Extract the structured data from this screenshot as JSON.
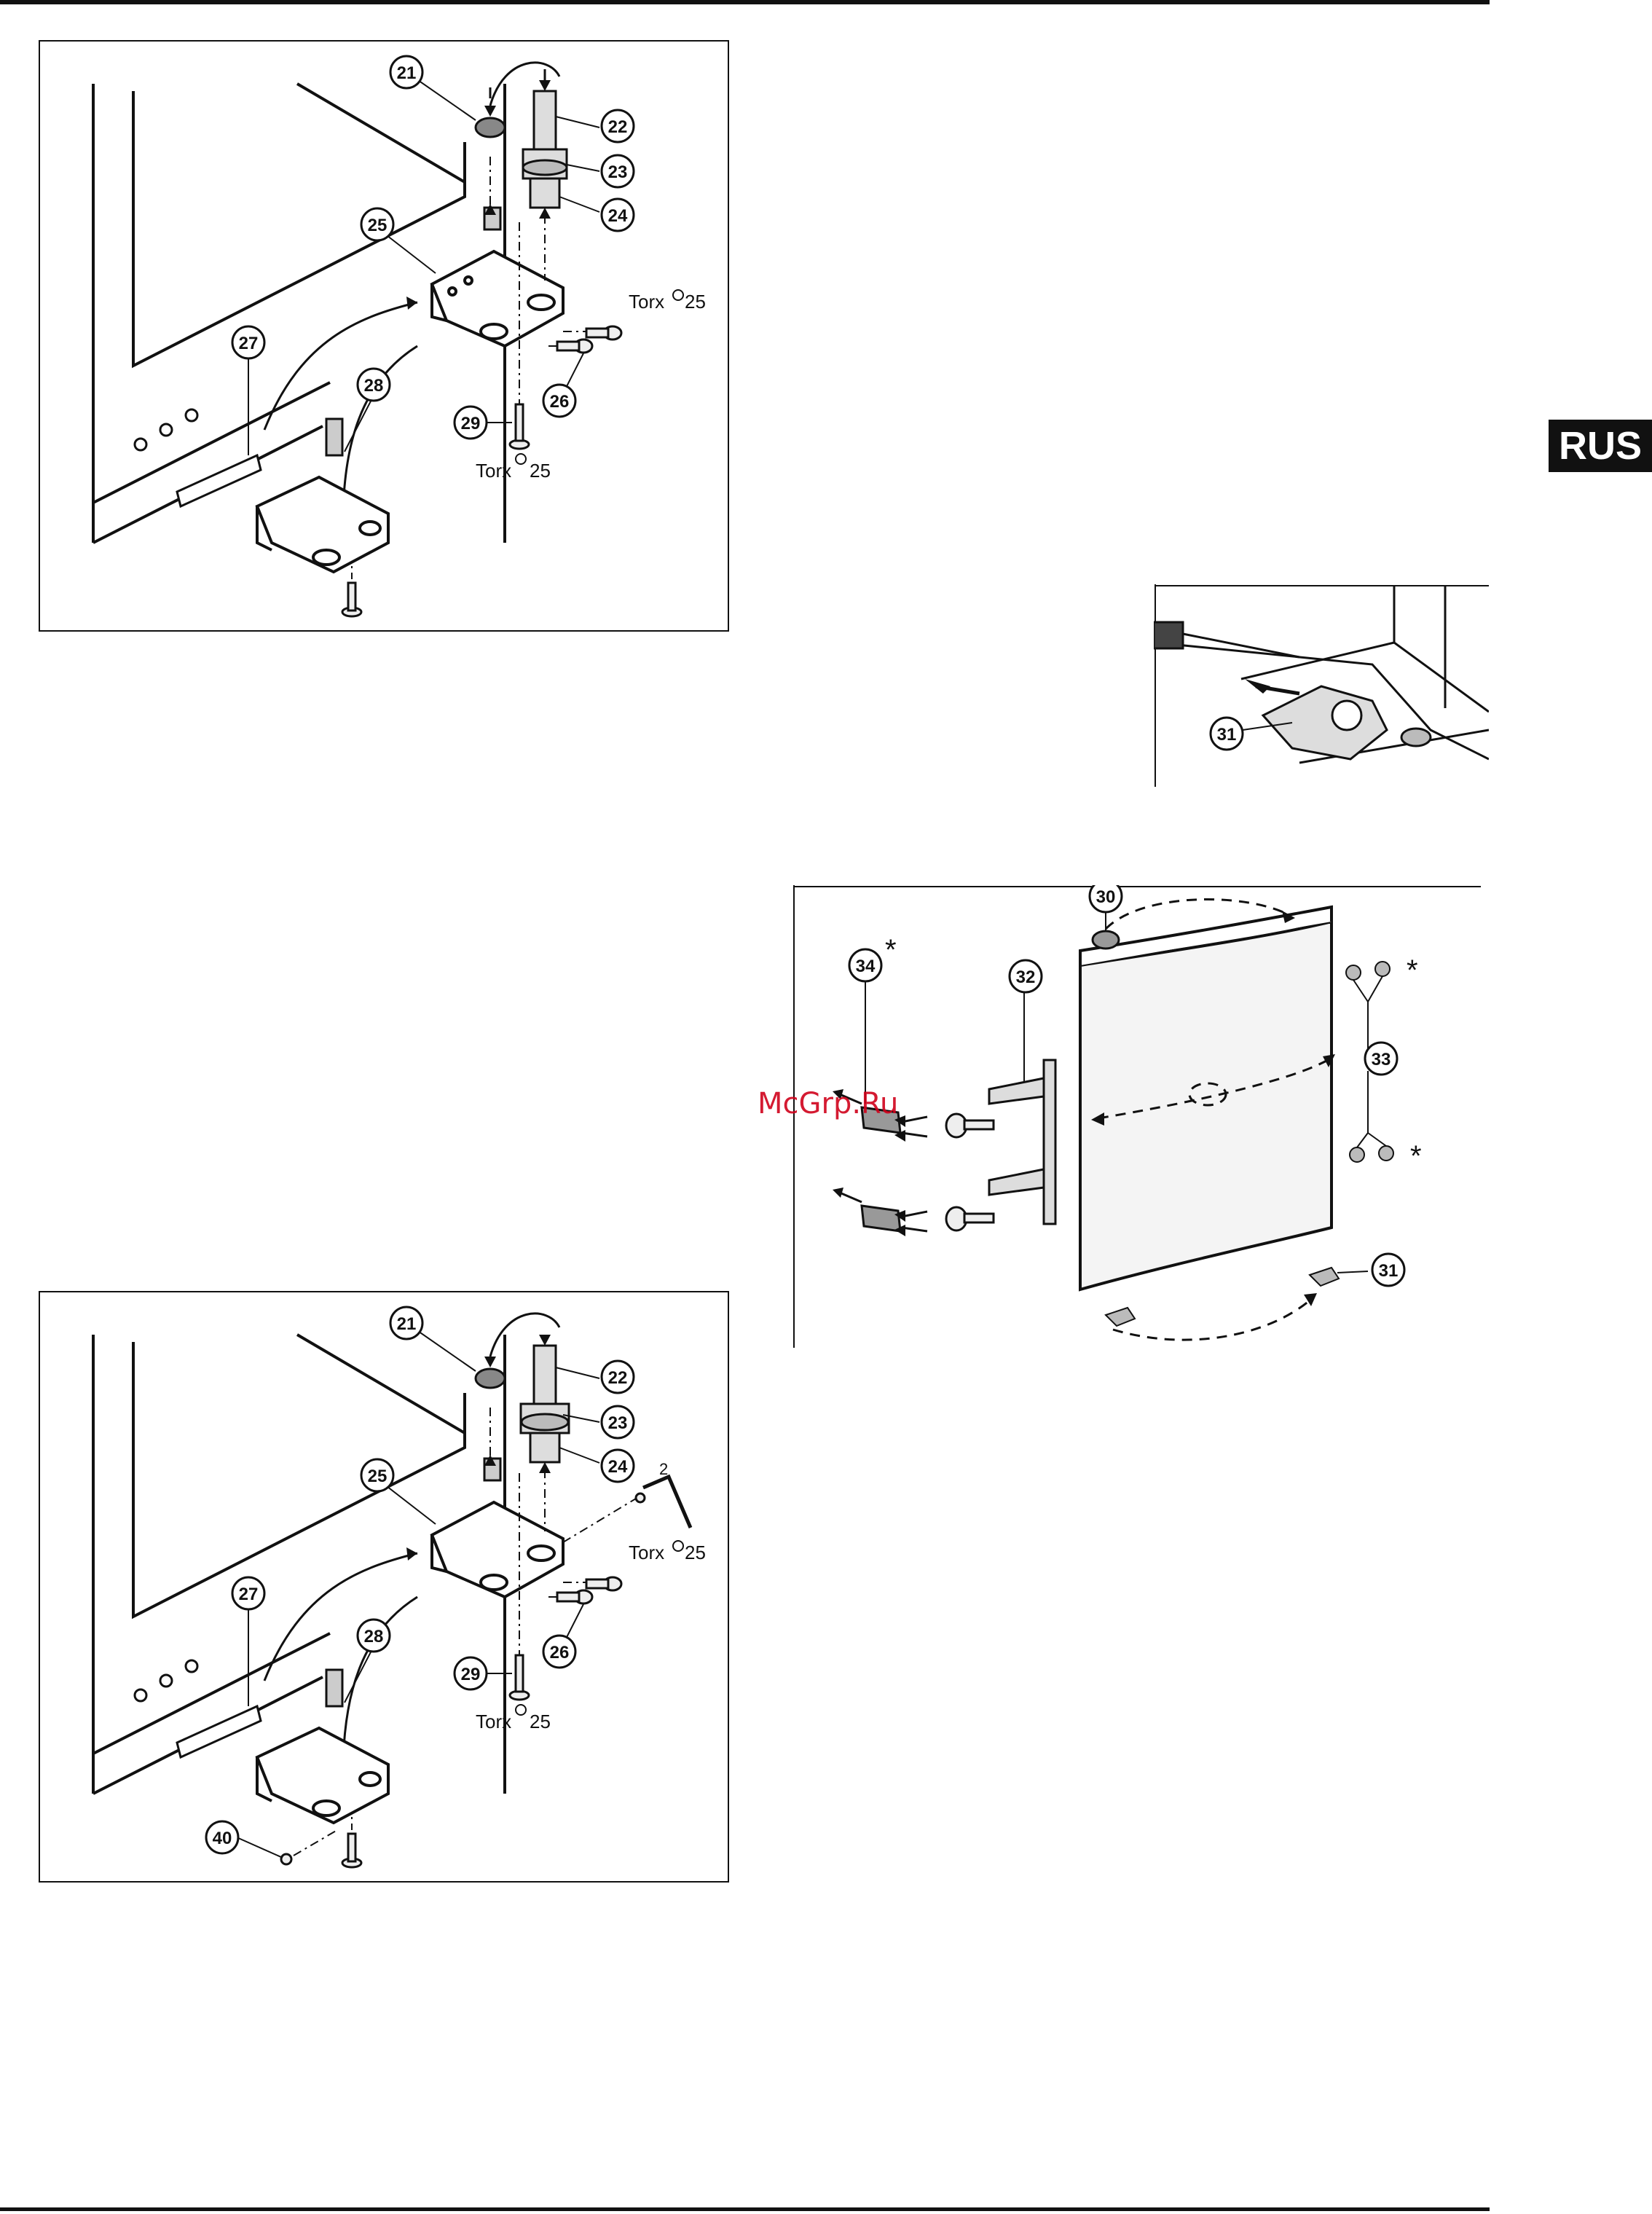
{
  "page": {
    "language_tab": "RUS",
    "watermark": "McGrp.Ru"
  },
  "figure_1": {
    "callouts": [
      "21",
      "22",
      "23",
      "24",
      "25",
      "26",
      "27",
      "28",
      "29"
    ],
    "torx_a": "Torx",
    "torx_a_size": "25",
    "torx_b": "Torx",
    "torx_b_size": "25"
  },
  "figure_2": {
    "callouts": [
      "21",
      "22",
      "23",
      "24",
      "25",
      "26",
      "27",
      "28",
      "29",
      "40"
    ],
    "hex_key_size": "2",
    "torx_a": "Torx",
    "torx_a_size": "25",
    "torx_b": "Torx",
    "torx_b_size": "25"
  },
  "figure_3": {
    "callouts": [
      "31"
    ]
  },
  "figure_4": {
    "callouts": [
      "30",
      "31",
      "32",
      "33",
      "34"
    ],
    "asterisk": "*"
  }
}
